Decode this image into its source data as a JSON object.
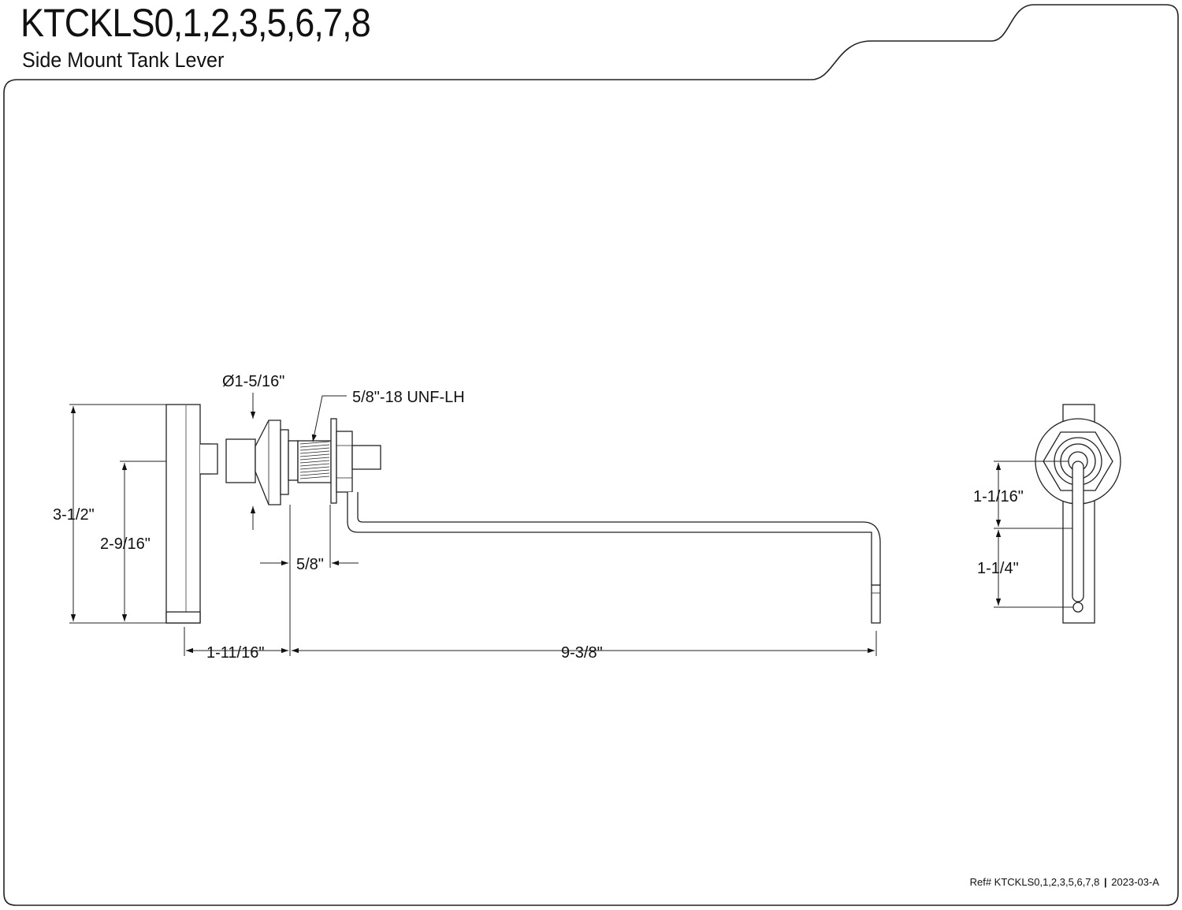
{
  "header": {
    "model_title": "KTCKLS0,1,2,3,5,6,7,8",
    "subtitle": "Side Mount Tank Lever"
  },
  "dimensions": {
    "flange_diameter": "Ø1-5/16\"",
    "thread_spec": "5/8\"-18 UNF-LH",
    "handle_height": "3-1/2\"",
    "handle_offset_height": "2-9/16\"",
    "thread_length": "5/8\"",
    "handle_to_mount": "1-11/16\"",
    "arm_length": "9-3/8\"",
    "side_upper": "1-1/16\"",
    "side_lower": "1-1/4\""
  },
  "footer": {
    "ref": "Ref# KTCKLS0,1,2,3,5,6,7,8",
    "separator": "|",
    "revision": "2023-03-A"
  }
}
